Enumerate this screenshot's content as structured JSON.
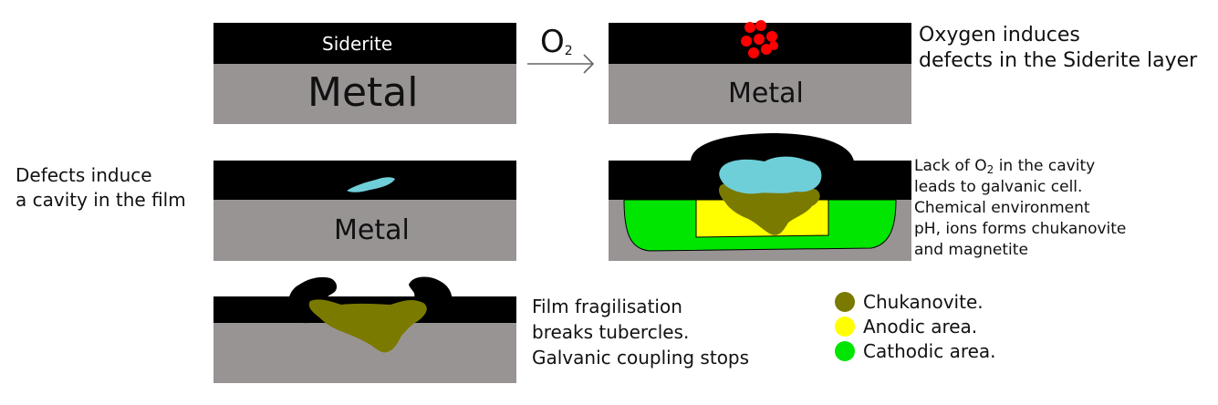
{
  "panel1": {
    "top_label": "Siderite",
    "metal_label": "Metal"
  },
  "arrow": {
    "label_main": "O",
    "label_sub": "2"
  },
  "panel2": {
    "metal_label": "Metal",
    "caption_lines": [
      "Oxygen induces",
      "defects in the Siderite layer"
    ]
  },
  "panel3": {
    "metal_label": "Metal",
    "caption_lines": [
      "Defects induce",
      "a cavity in the film"
    ]
  },
  "panel4": {
    "caption_line1_pre": "Lack of O",
    "caption_line1_sub": "2",
    "caption_line1_post": " in the cavity",
    "caption_lines_rest": [
      "leads to galvanic cell.",
      "Chemical environment",
      "pH, ions forms chukanovite",
      "and magnetite"
    ]
  },
  "panel5": {
    "caption_lines": [
      "Film fragilisation",
      "breaks tubercles.",
      "Galvanic coupling stops"
    ]
  },
  "legend": {
    "items": [
      {
        "label": "Chukanovite.",
        "color": "#7a7a00"
      },
      {
        "label": "Anodic area.",
        "color": "#ffff00"
      },
      {
        "label": "Cathodic area.",
        "color": "#00e600"
      }
    ]
  },
  "colors": {
    "siderite": "#000000",
    "metal": "#999494",
    "oxygen_defects": "#ff0000",
    "cavity": "#6fcfd9"
  }
}
